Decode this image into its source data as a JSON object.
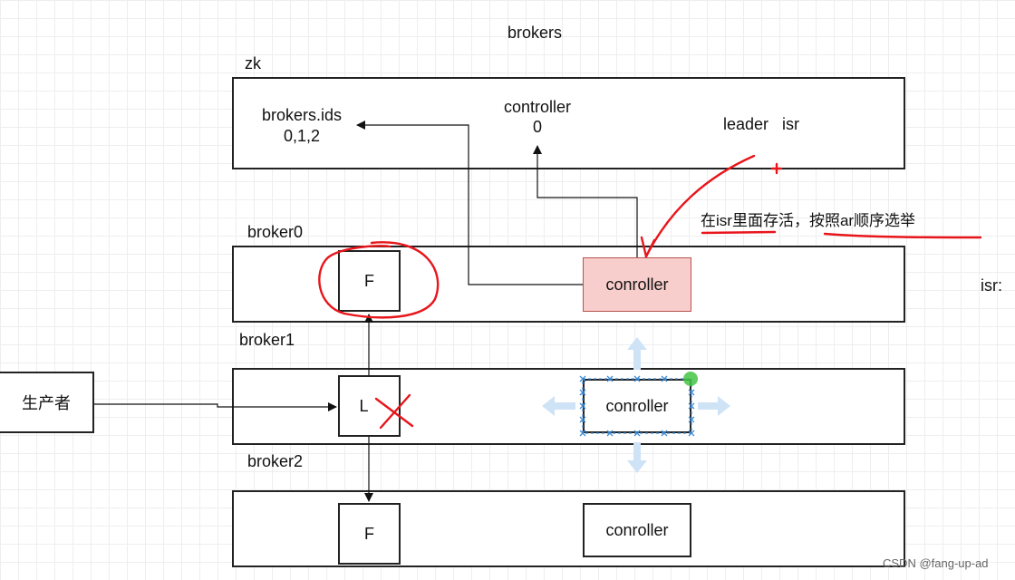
{
  "diagram": {
    "title": "brokers",
    "zk": {
      "label": "zk",
      "brokers_ids_label": "brokers.ids",
      "brokers_ids_value": "0,1,2",
      "controller_label": "controller",
      "controller_value": "0",
      "leader_isr": "leader   isr"
    },
    "annotation": "在isr里面存活，按照ar顺序选举",
    "isr_label": "isr:",
    "brokers": [
      {
        "label": "broker0",
        "partition": "F",
        "controller": "conroller"
      },
      {
        "label": "broker1",
        "partition": "L",
        "controller": "conroller"
      },
      {
        "label": "broker2",
        "partition": "F",
        "controller": "conroller"
      }
    ],
    "producer": "生产者",
    "watermark": "CSDN @fang-up-ad",
    "colors": {
      "active_controller_fill": "#f8cecc",
      "active_controller_border": "#b85450",
      "annotation_red": "#e8151b",
      "selection_blue": "#3d8bd6",
      "hover_arrows": "#cfe3f6",
      "hover_dot": "#44c444"
    }
  }
}
